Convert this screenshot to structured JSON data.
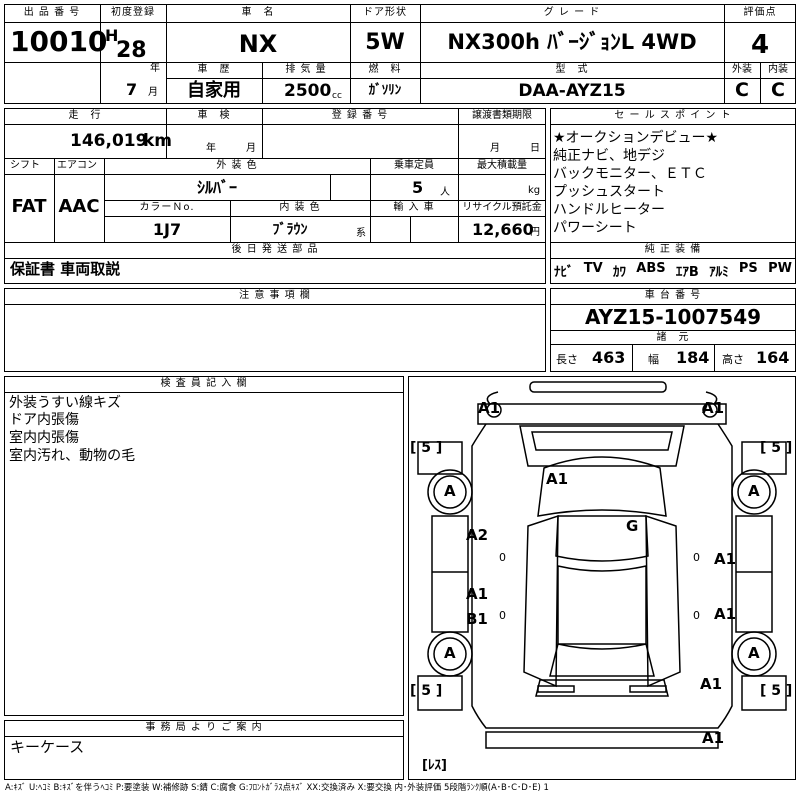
{
  "header": {
    "lot_label": "出 品 番 号",
    "lot_no": "10010",
    "first_reg_label": "初度登録",
    "era": "H",
    "year": "28",
    "year_unit": "年",
    "month": "7",
    "month_unit": "月",
    "name_label": "車　名",
    "name": "NX",
    "door_label": "ドア形状",
    "door": "5W",
    "grade_label": "グ レ ー ド",
    "grade": "NX300h ﾊﾞｰｼﾞｮﾝL 4WD",
    "score_label": "評価点",
    "score": "4",
    "history_label": "車　歴",
    "history": "自家用",
    "displacement_label": "排 気 量",
    "displacement": "2500",
    "cc": "cc",
    "fuel_label": "燃　料",
    "fuel": "ｶﾞｿﾘﾝ",
    "model_label": "型　式",
    "model": "DAA-AYZ15",
    "ext_label": "外装",
    "ext": "C",
    "int_label": "内装",
    "int": "C"
  },
  "row2": {
    "mileage_label": "走　行",
    "mileage": "146,019",
    "km": "km",
    "inspection_label": "車　検",
    "ins_year": "年",
    "ins_month": "月",
    "reg_label": "登 録 番 号",
    "transfer_label": "譲渡書類期限",
    "tr_month": "月",
    "tr_day": "日",
    "shift_label": "シフト",
    "shift": "FAT",
    "ac_label": "エアコン",
    "ac": "AAC",
    "color_label": "外 装 色",
    "color": "ｼﾙﾊﾞｰ",
    "capacity_label": "乗車定員",
    "capacity": "5",
    "person_unit": "人",
    "load_label": "最大積載量",
    "kg": "kg",
    "color_no_label": "カラーＮo.",
    "color_no": "1J7",
    "int_color_label": "内 装 色",
    "int_color": "ﾌﾞﾗｳﾝ",
    "int_color_unit": "系",
    "import_label": "輸 入 車",
    "recycle_label": "リサイクル預託金",
    "recycle": "12,660",
    "yen": "円",
    "later_label": "後 日 発 送 部 品",
    "later": "保証書 車両取説"
  },
  "sales": {
    "label": "セ ー ル ス ポ イ ン ト",
    "lines": [
      "★オークションデビュー★",
      "純正ナビ、地デジ",
      "バックモニター、ＥＴＣ",
      "プッシュスタート",
      "ハンドルヒーター",
      "パワーシート"
    ]
  },
  "equipment": {
    "label": "純 正 装 備",
    "items": [
      "ﾅﾋﾞ",
      "TV",
      "ｶﾜ",
      "ABS",
      "ｴｱB",
      "ｱﾙﾐ",
      "PS",
      "PW"
    ]
  },
  "notes": {
    "label": "注 意 事 項 欄"
  },
  "chassis": {
    "label": "車 台 番 号",
    "number": "AYZ15-1007549",
    "dims_label": "諸　元",
    "length_label": "長さ",
    "length": "463",
    "width_label": "幅",
    "width": "184",
    "height_label": "高さ",
    "height": "164"
  },
  "inspector": {
    "label": "検 査 員 記 入 欄",
    "lines": [
      "外装うすい線キズ",
      "ドア内張傷",
      "室内内張傷",
      "室内汚れ、動物の毛"
    ]
  },
  "office": {
    "label": "事 務 局 よ り ご 案 内",
    "text": "キーケース"
  },
  "diagram": {
    "marks": [
      "A1",
      "A1",
      "A1",
      "A",
      "A",
      "G",
      "A2",
      "A1",
      "A1",
      "B1",
      "A",
      "A",
      "A1",
      "A1",
      "A1"
    ],
    "tyre": [
      "[ 5 ]",
      "[ 5 ]",
      "[ 5 ]",
      "[ 5 ]"
    ],
    "zero": [
      "0",
      "0",
      "0",
      "0"
    ],
    "spare": "[ﾚｽ]"
  },
  "legend": "A:ｷｽﾞ U:ﾍｺﾐ B:ｷｽﾞを伴うﾍｺﾐ P:要塗装 W:補修跡 S:錆 C:腐食 G:ﾌﾛﾝﾄｶﾞﾗｽ点ｷｽﾞ XX:交換済み X:要交換 内･外装評価 5段階ﾗﾝｸ順(A･B･C･D･E) 1"
}
